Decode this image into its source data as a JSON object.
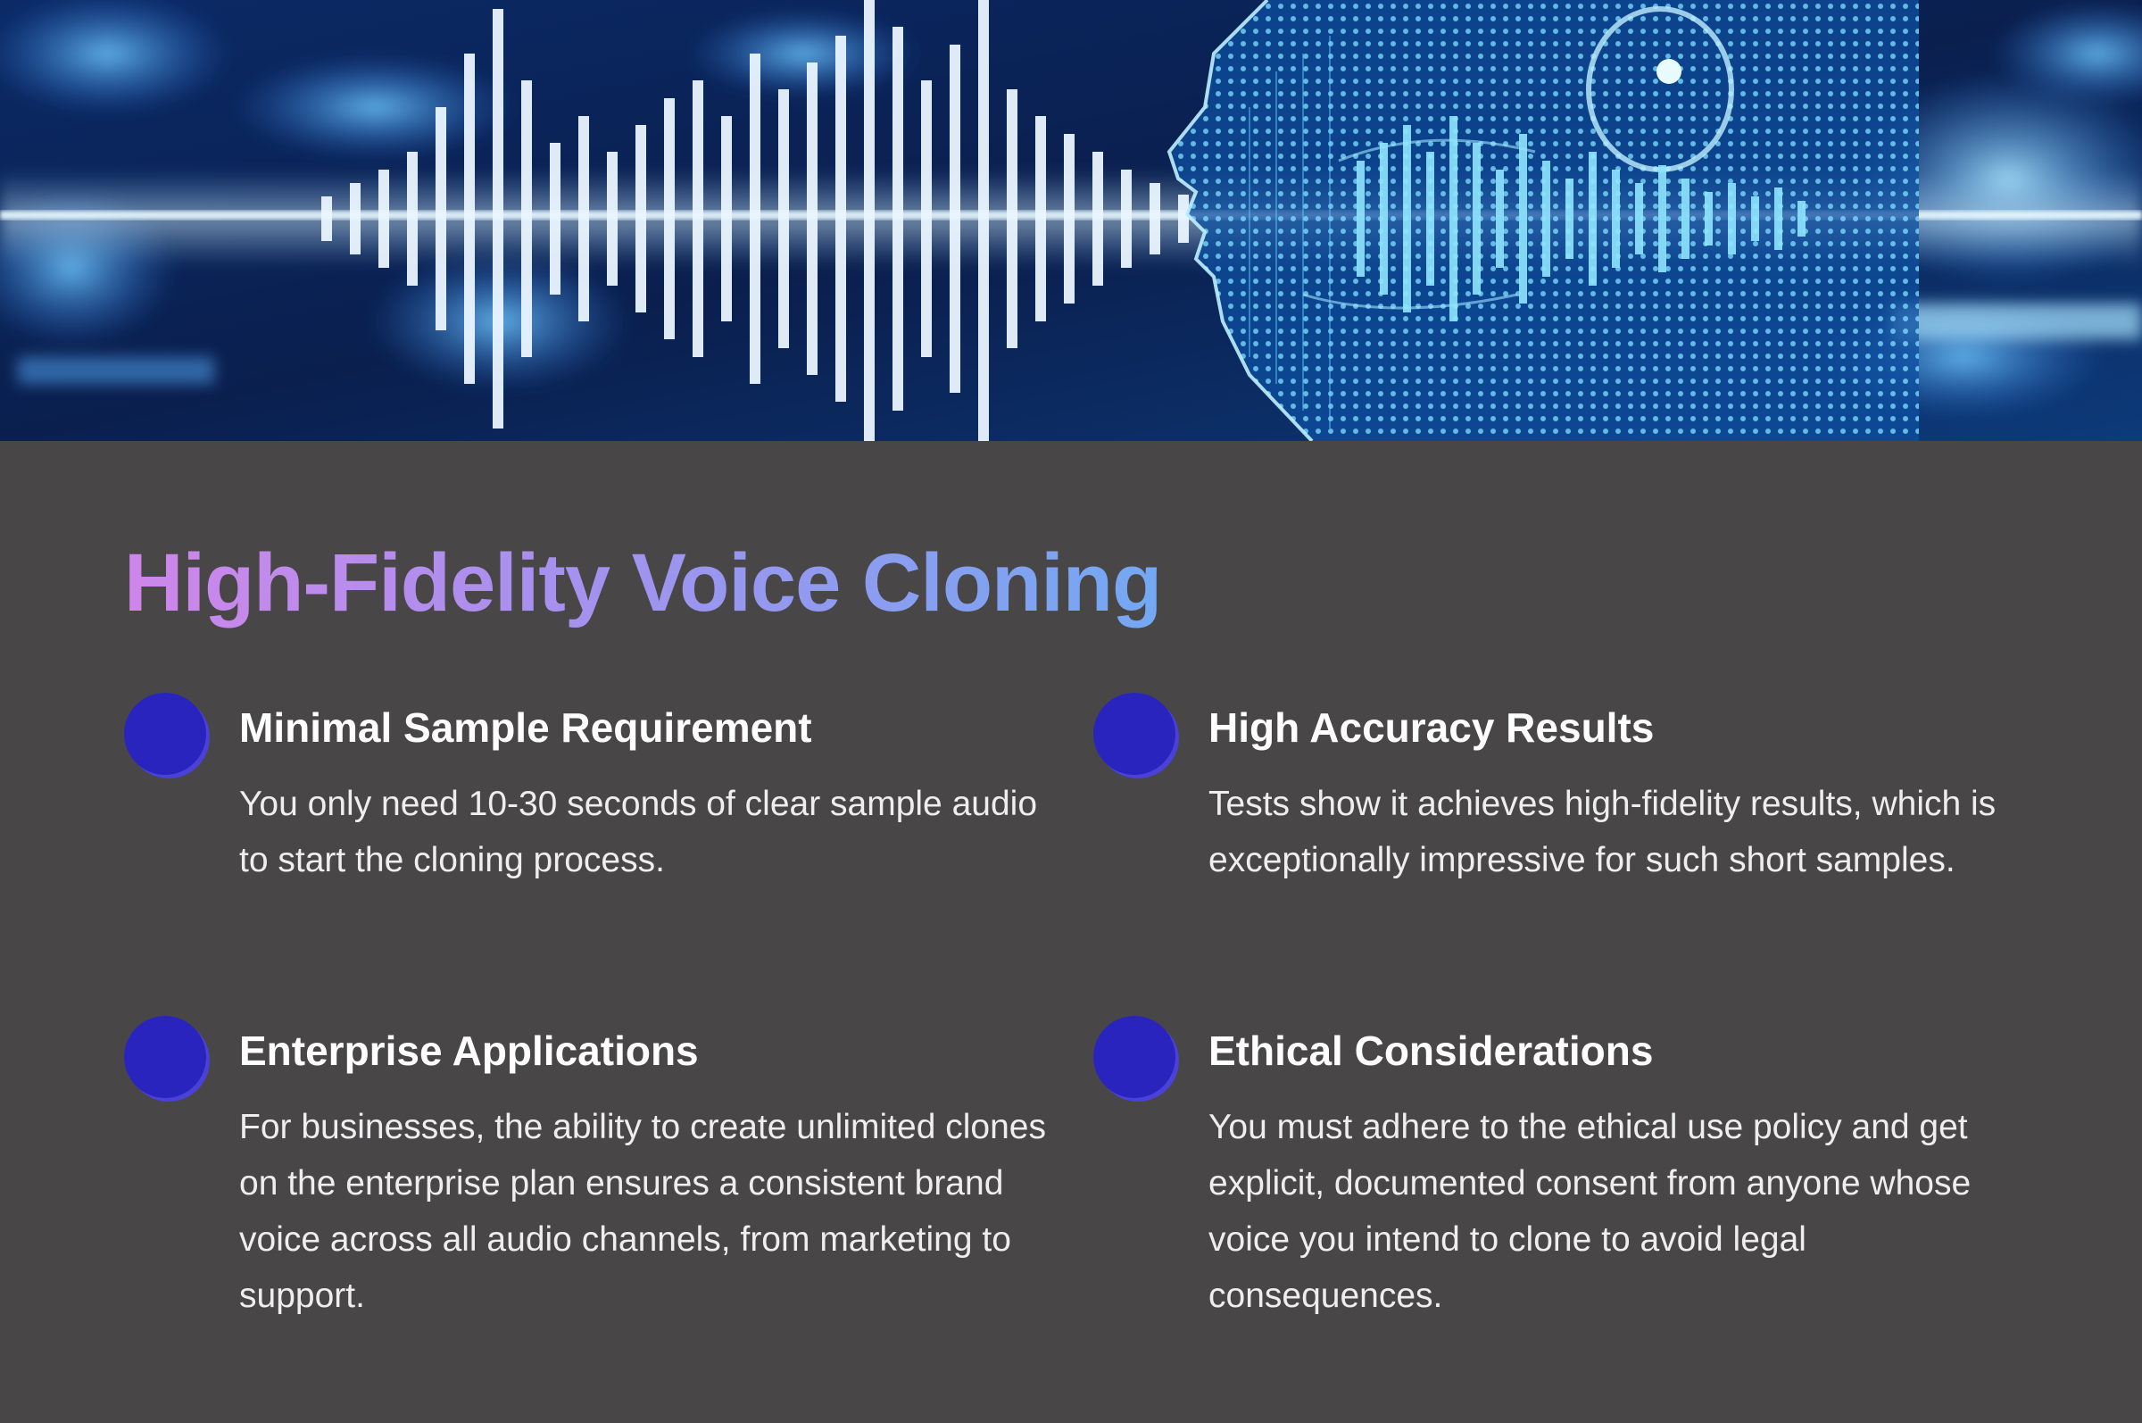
{
  "page": {
    "title": "High-Fidelity Voice Cloning"
  },
  "hero": {
    "image": "sound-wave-digital-head-illustration"
  },
  "features": [
    {
      "icon": "bullet-dot",
      "title": "Minimal Sample Requirement",
      "description": "You only need 10-30 seconds of clear sample audio to start the cloning process."
    },
    {
      "icon": "bullet-dot",
      "title": "High Accuracy Results",
      "description": "Tests show it achieves high-fidelity results, which is exceptionally impressive for such short samples."
    },
    {
      "icon": "bullet-dot",
      "title": "Enterprise Applications",
      "description": "For businesses, the ability to create unlimited clones on the enterprise plan ensures a consistent brand voice across all audio channels, from marketing to support."
    },
    {
      "icon": "bullet-dot",
      "title": "Ethical Considerations",
      "description": "You must adhere to the ethical use policy and get explicit, documented consent from anyone whose voice you intend to clone to avoid legal consequences."
    }
  ],
  "colors": {
    "background": "#484647",
    "dot": "#2a24bf",
    "title_gradient_start": "#cf86ea",
    "title_gradient_end": "#74a8f2"
  }
}
